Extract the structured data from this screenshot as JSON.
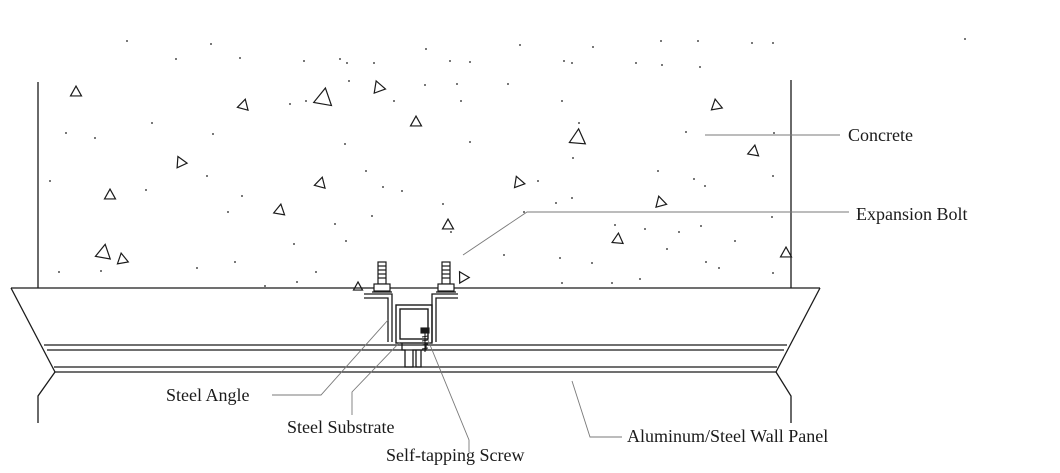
{
  "colors": {
    "ink": "#1a1a1a",
    "leader": "#7a7a7a",
    "background": "#ffffff"
  },
  "labels": {
    "concrete": "Concrete",
    "expansion_bolt": "Expansion Bolt",
    "steel_angle": "Steel Angle",
    "steel_substrate": "Steel Substrate",
    "self_tapping_screw": "Self-tapping Screw",
    "wall_panel": "Aluminum/Steel Wall Panel"
  }
}
